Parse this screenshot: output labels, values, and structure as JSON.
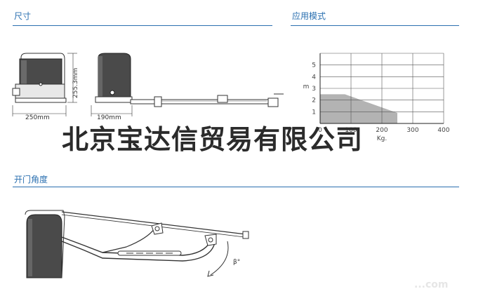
{
  "sections": {
    "dimensions_title": "尺寸",
    "application_title": "应用模式",
    "opening_angle_title": "开门角度"
  },
  "dimensions": {
    "width_label": "250mm",
    "height_label": "255.3mm",
    "depth_label": "190mm"
  },
  "chart_data": {
    "type": "area",
    "x": [
      0,
      100,
      200,
      300,
      400
    ],
    "xlabel": "Kg.",
    "ylabel": "m",
    "xlim": [
      0,
      400
    ],
    "ylim": [
      0,
      6
    ],
    "x_ticks": [
      "0",
      "100",
      "200",
      "300",
      "400"
    ],
    "y_ticks": [
      "1",
      "2",
      "3",
      "4",
      "5"
    ],
    "series": [
      {
        "points": [
          [
            0,
            2.5
          ],
          [
            80,
            2.5
          ],
          [
            250,
            0.9
          ],
          [
            250,
            0
          ],
          [
            0,
            0
          ]
        ]
      }
    ],
    "grid": true,
    "fill_color": "#b3b3b3"
  },
  "angle_diagram": {
    "angle_label": "β°"
  },
  "watermark": {
    "text": "北京宝达信贸易有限公司",
    "bottom_text": "...com"
  }
}
